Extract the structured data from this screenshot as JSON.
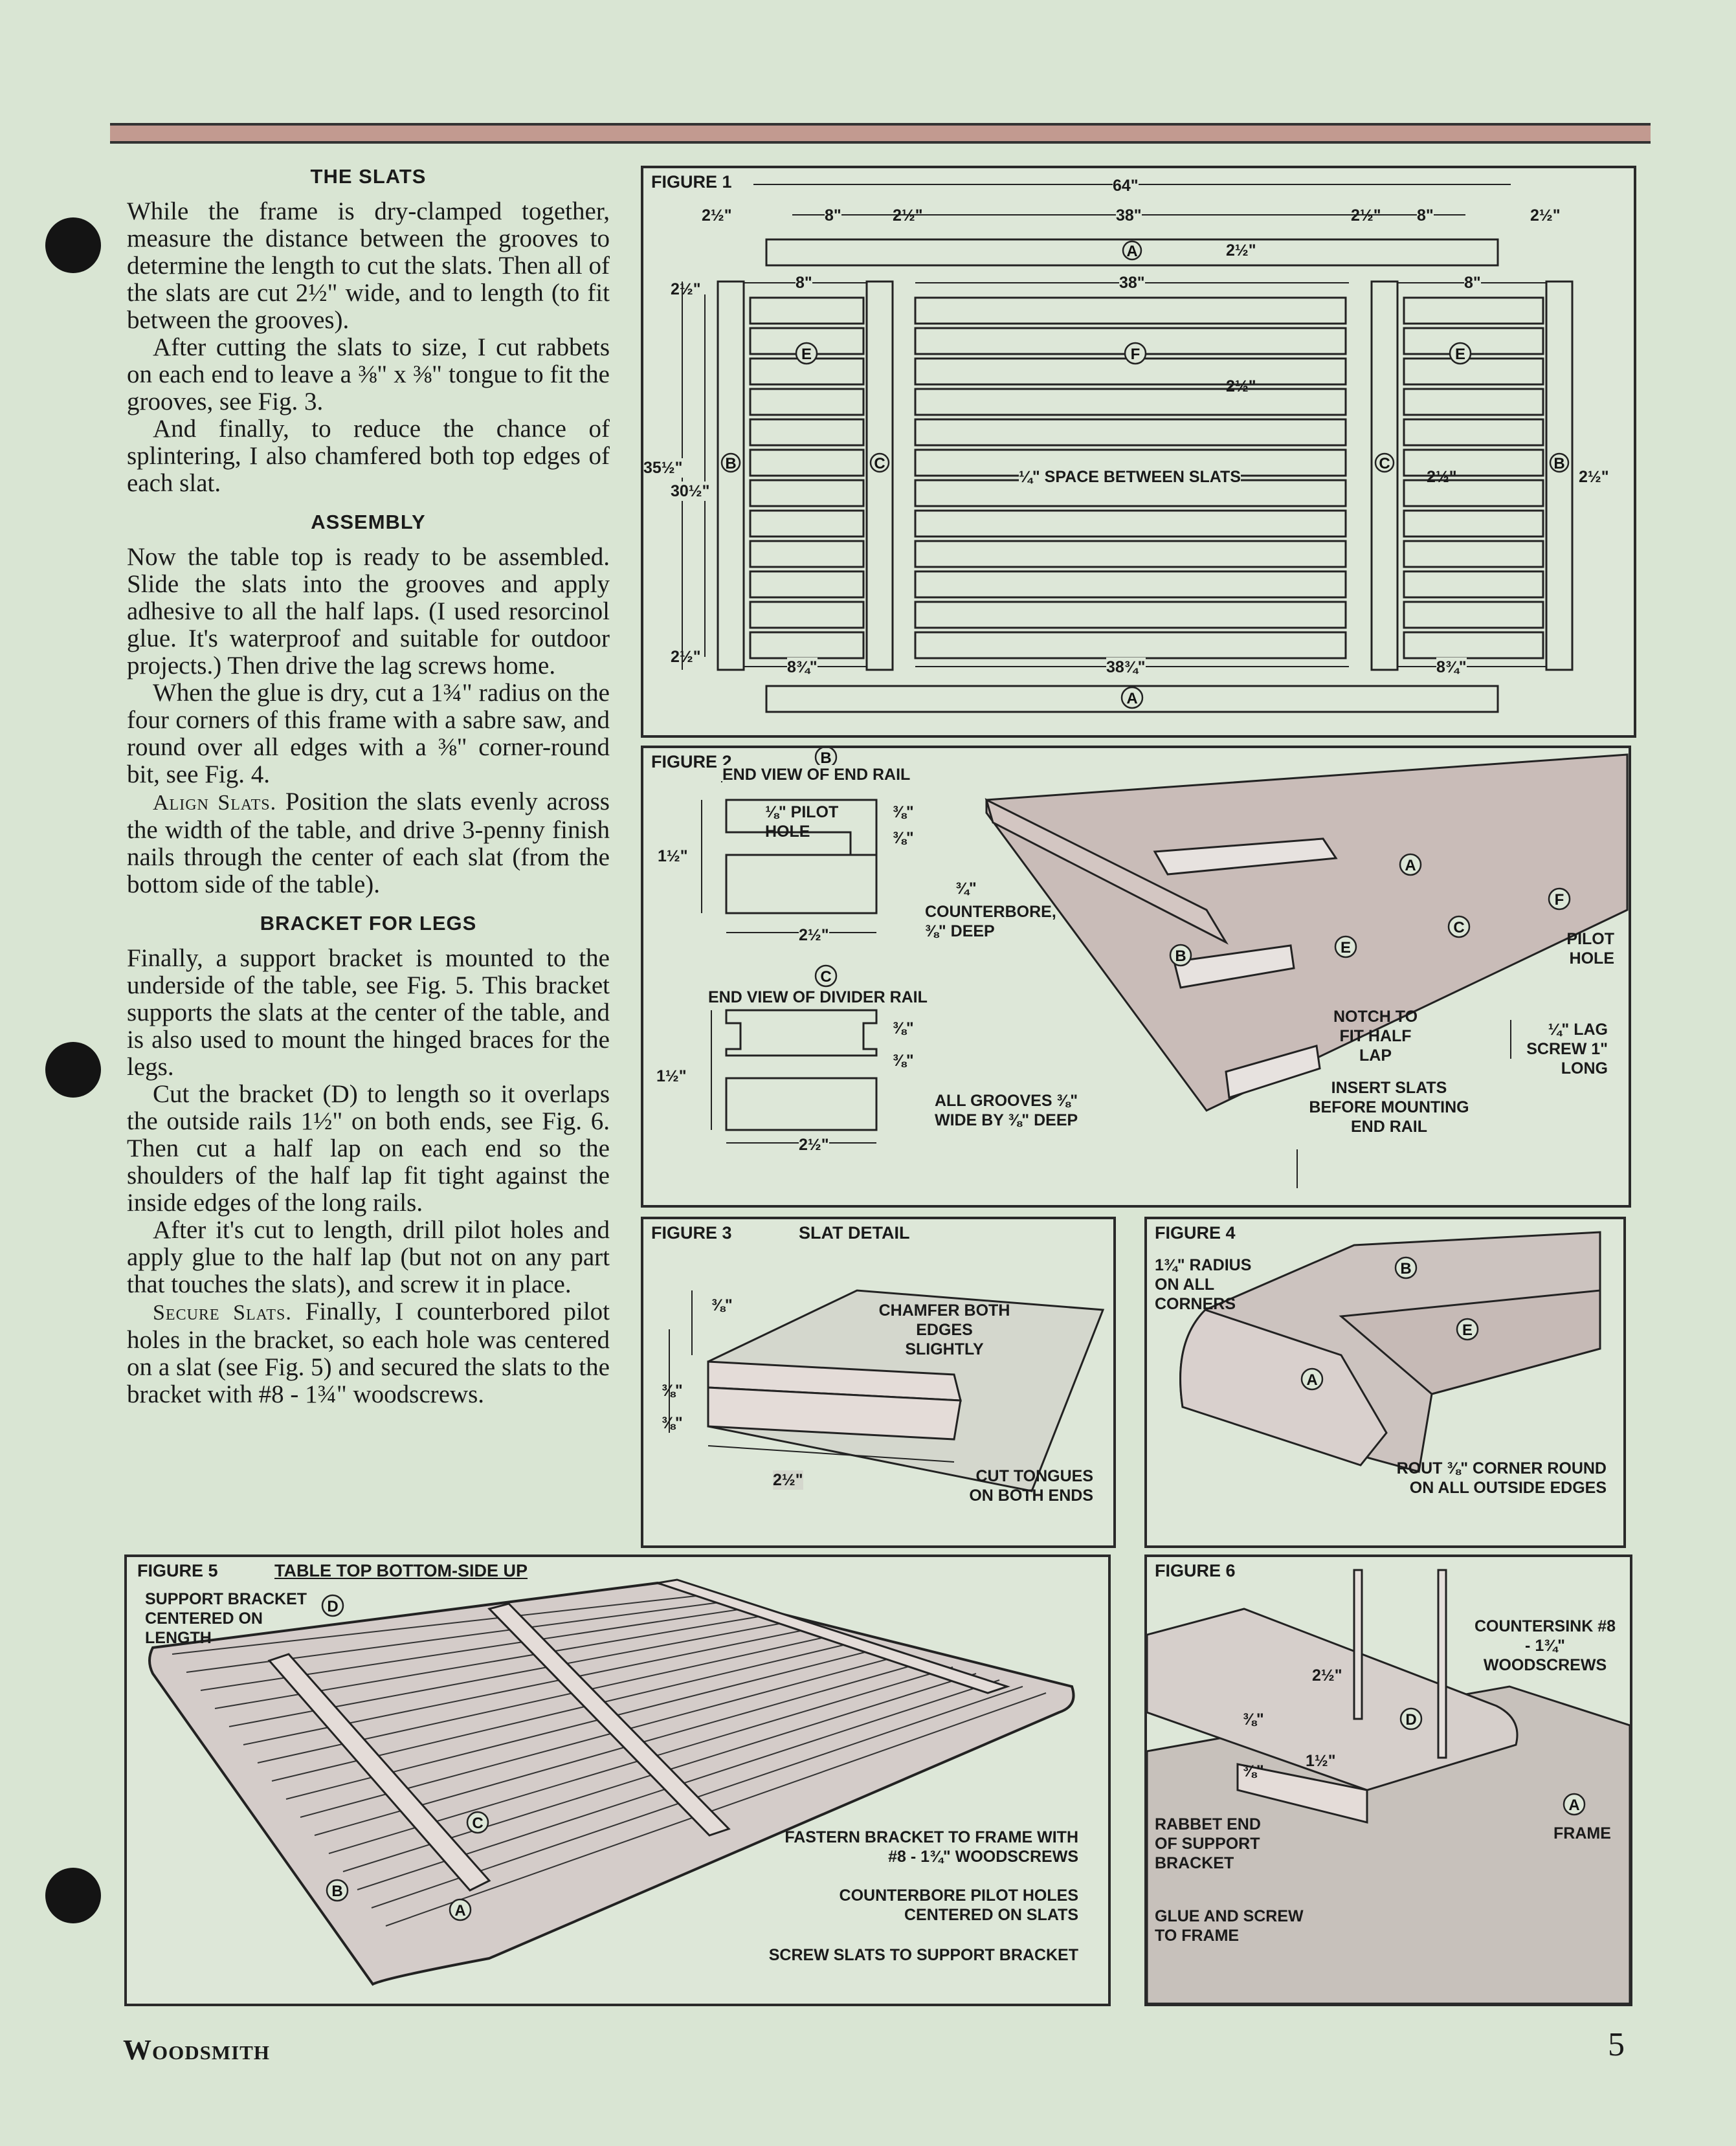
{
  "col": {
    "slats_title": "THE SLATS",
    "slats_p1": "While the frame is dry-clamped together, measure the distance between the grooves to determine the length to cut the slats. Then all of the slats are cut 2½\" wide, and to length (to fit between the grooves).",
    "slats_p2": "After cutting the slats to size, I cut rabbets on each end to leave a ⅜\" x ⅜\" tongue to fit the grooves, see Fig. 3.",
    "slats_p3": "And finally, to reduce the chance of splintering, I also chamfered both top edges of each slat.",
    "assembly_title": "ASSEMBLY",
    "assembly_p1": "Now the table top is ready to be assembled. Slide the slats into the grooves and apply adhesive to all the half laps. (I used resorcinol glue. It's waterproof and suitable for outdoor projects.) Then drive the lag screws home.",
    "assembly_p2": "When the glue is dry, cut a 1¾\" radius on the four corners of this frame with a sabre saw, and round over all edges with a ⅜\" corner-round bit, see Fig. 4.",
    "align_lead": "Align Slats.",
    "align_text": " Position the slats evenly across the width of the table, and drive 3-penny finish nails through the center of each slat (from the bottom side of the table).",
    "bracket_title": "BRACKET FOR LEGS",
    "bracket_p1": "Finally, a support bracket is mounted to the underside of the table, see Fig. 5. This bracket supports the slats at the center of the table, and is also used to mount the hinged braces for the legs.",
    "bracket_p2": "Cut the bracket (D) to length so it overlaps the outside rails 1½\" on both ends, see Fig. 6. Then cut a half lap on each end so the shoulders of the half lap fit tight against the inside edges of the long rails.",
    "bracket_p3": "After it's cut to length, drill pilot holes and apply glue to the half lap (but not on any part that touches the slats), and screw it in place.",
    "secure_lead": "Secure Slats.",
    "secure_text": " Finally, I counterbored pilot holes in the bracket, so each hole was centered on a slat (see Fig. 5) and secured the slats to the bracket with #8 - 1¾\" woodscrews."
  },
  "fig1": {
    "title": "FIGURE 1",
    "d64": "64\"",
    "d38": "38\"",
    "d8": "8\"",
    "d2h": "2½\"",
    "d38b": "38\"",
    "d3534": "35½\"",
    "d3012": "30½\"",
    "d834": "8¾\"",
    "d3834": "38¾\"",
    "space": "¼\" SPACE BETWEEN SLATS",
    "A": "A",
    "B": "B",
    "C": "C",
    "E": "E",
    "F": "F"
  },
  "fig2": {
    "title": "FIGURE 2",
    "end_rail": "END VIEW OF END RAIL",
    "divider_rail": "END VIEW OF DIVIDER RAIL",
    "pilot": "⅛\" PILOT HOLE",
    "counterbore": "COUNTERBORE, ⅜\" DEEP",
    "grooves": "ALL GROOVES ⅜\" WIDE BY ⅜\" DEEP",
    "notch": "NOTCH TO FIT HALF LAP",
    "insert": "INSERT SLATS BEFORE MOUNTING END RAIL",
    "lag": "¼\" LAG SCREW 1\" LONG",
    "pilot_hole": "PILOT HOLE",
    "d112": "1½\"",
    "d38": "⅜\"",
    "d34": "¾\"",
    "d212": "2½\""
  },
  "fig3": {
    "title": "FIGURE 3",
    "sub": "SLAT DETAIL",
    "chamfer": "CHAMFER BOTH EDGES SLIGHTLY",
    "cut": "CUT TONGUES ON BOTH ENDS",
    "d38": "⅜\"",
    "d212": "2½\""
  },
  "fig4": {
    "title": "FIGURE 4",
    "radius": "1¾\" RADIUS ON ALL CORNERS",
    "rout": "ROUT ⅜\" CORNER ROUND ON ALL OUTSIDE EDGES"
  },
  "fig5": {
    "title": "FIGURE 5",
    "sub": "TABLE TOP BOTTOM-SIDE UP",
    "support": "SUPPORT BRACKET CENTERED ON LENGTH",
    "fasten": "FASTERN BRACKET TO FRAME WITH #8 - 1¾\" WOODSCREWS",
    "counterbore": "COUNTERBORE PILOT HOLES CENTERED ON SLATS",
    "screw": "SCREW SLATS TO SUPPORT BRACKET"
  },
  "fig6": {
    "title": "FIGURE 6",
    "countersink": "COUNTERSINK #8 - 1¾\" WOODSCREWS",
    "rabbet": "RABBET END OF SUPPORT BRACKET",
    "glue": "GLUE AND SCREW TO FRAME",
    "frame": "FRAME",
    "d212": "2½\"",
    "d38": "⅜\"",
    "d112": "1½\""
  },
  "footer": {
    "brand": "Woodsmith",
    "page": "5"
  }
}
